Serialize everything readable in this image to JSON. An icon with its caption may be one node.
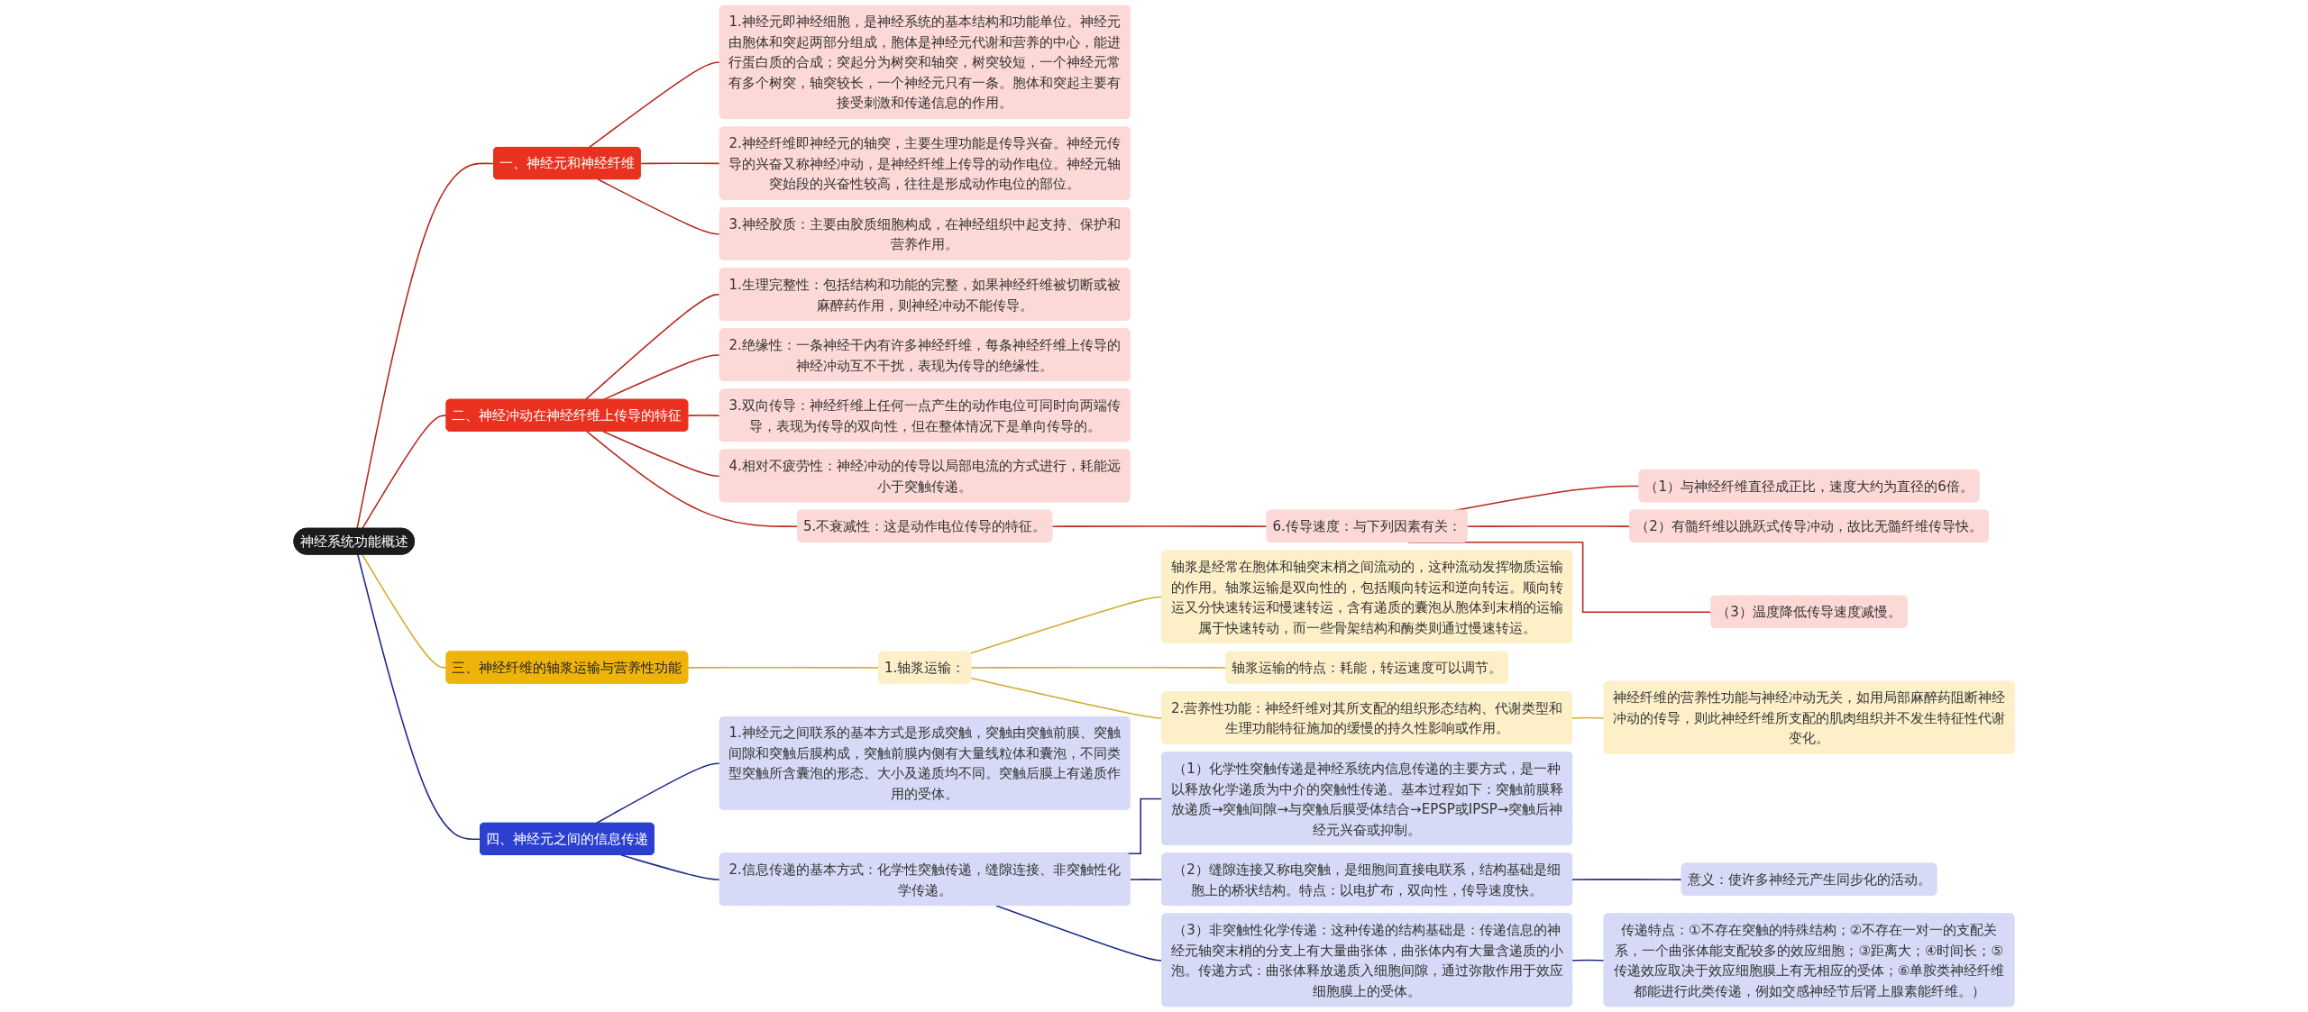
{
  "diagram": {
    "nodes": [
      {
        "text": [
          "神经系统功能概述"
        ]
      },
      {
        "text": [
          "一、神经元和神经纤维"
        ]
      },
      {
        "text": [
          "1.神经元即神经细胞，是神经系统的基本结构和功能单位。神经元由胞体和突起两部分组成，胞体是神经元代谢和营养的中心，能进行蛋白质的合成；突起分为树突和轴突，树突较短，一个神经元常有多个树突，轴突较长，一个神经元只有一条。胞体和突起主要有接受刺激和传递信息的作用。"
        ]
      },
      {
        "text": [
          "2.神经纤维即神经元的轴突，主要生理功能是传导兴奋。神经元传导的兴奋又称神经冲动，是神经纤维上传导的动作电位。神经元轴突始段的兴奋性较高，往往是形成动作电位的部位。"
        ]
      },
      {
        "text": [
          "3.神经胶质：主要由胶质细胞构成，在神经组织中起支持、保护和营养作用。"
        ]
      },
      {
        "text": [
          "二、神经冲动在神经纤维上传导的特征"
        ]
      },
      {
        "text": [
          "1.生理完整性：包括结构和功能的完整，如果神经纤维被切断或被麻醉药作用，则神经冲动不能传导。"
        ]
      },
      {
        "text": [
          "2.绝缘性：一条神经干内有许多神经纤维，每条神经纤维上传导的神经冲动互不干扰，表现为传导的绝缘性。"
        ]
      },
      {
        "text": [
          "3.双向传导：神经纤维上任何一点产生的动作电位可同时向两端传导，表现为传导的双向性，但在整体情况下是单向传导的。"
        ]
      },
      {
        "text": [
          "4.相对不疲劳性：神经冲动的传导以局部电流的方式进行，耗能远小于突触传递。"
        ]
      },
      {
        "text": [
          "5.不衰减性：这是动作电位传导的特征。"
        ]
      },
      {
        "text": [
          "6.传导速度：与下列因素有关："
        ]
      },
      {
        "text": [
          "（1）与神经纤维直径成正比，速度大约为直径的6倍。"
        ]
      },
      {
        "text": [
          "（2）有髓纤维以跳跃式传导冲动，故比无髓纤维传导快。"
        ]
      },
      {
        "text": [
          "（3）温度降低传导速度减慢。"
        ]
      },
      {
        "text": [
          "三、神经纤维的轴浆运输与营养性功能"
        ]
      },
      {
        "text": [
          "1.轴浆运输："
        ]
      },
      {
        "text": [
          "轴浆是经常在胞体和轴突末梢之间流动的，这种流动发挥物质运输的作用。轴浆运输是双向性的，包括顺向转运和逆向转运。顺向转运又分快速转运和慢速转运，含有递质的囊泡从胞体到末梢的运输属于快速转动，而一些骨架结构和酶类则通过慢速转运。"
        ]
      },
      {
        "text": [
          "轴浆运输的特点：耗能，转运速度可以调节。"
        ]
      },
      {
        "text": [
          "2.营养性功能：神经纤维对其所支配的组织形态结构、代谢类型和生理功能特征施加的缓慢的持久性影响或作用。"
        ]
      },
      {
        "text": [
          "神经纤维的营养性功能与神经冲动无关，如用局部麻醉药阻断神经冲动的传导，则此神经纤维所支配的肌肉组织并不发生特征性代谢变化。"
        ]
      },
      {
        "text": [
          "四、神经元之间的信息传递"
        ]
      },
      {
        "text": [
          "1.神经元之间联系的基本方式是形成突触，突触由突触前膜、突触间隙和突触后膜构成，突触前膜内侧有大量线粒体和囊泡，不同类型突触所含囊泡的形态、大小及递质均不同。突触后膜上有递质作用的受体。"
        ]
      },
      {
        "text": [
          "2.信息传递的基本方式：化学性突触传递，缝隙连接、非突触性化学传递。"
        ]
      },
      {
        "text": [
          "（1）化学性突触传递是神经系统内信息传递的主要方式，是一种以释放化学递质为中介的突触性传递。基本过程如下：突触前膜释放递质→突触间隙→与突触后膜受体结合→EPSP或IPSP→突触后神经元兴奋或抑制。"
        ]
      },
      {
        "text": [
          "（2）缝隙连接又称电突触，是细胞间直接电联系，结构基础是细胞上的桥状结构。特点：以电扩布，双向性，传导速度快。"
        ]
      },
      {
        "text": [
          "（3）非突触性化学传递：这种传递的结构基础是：传递信息的神经元轴突末梢的分支上有大量曲张体，曲张体内有大量含递质的小泡。传递方式：曲张体释放递质入细胞间隙，通过弥散作用于效应细胞膜上的受体。"
        ]
      },
      {
        "text": [
          "意义：使许多神经元产生同步化的活动。"
        ]
      },
      {
        "text": [
          "传递特点：①不存在突触的特殊结构；②不存在一对一的支配关系，一个曲张体能支配较多的效应细胞；③距离大；④时间长；⑤传递效应取决于效应细胞膜上有无相应的受体；⑥单胺类神经纤维都能进行此类传递，例如交感神经节后肾上腺素能纤维。）"
        ]
      }
    ],
    "edges": [
      {
        "from": 0,
        "to": 1,
        "arrow": "none"
      },
      {
        "from": 1,
        "to": 2,
        "arrow": "none"
      },
      {
        "from": 1,
        "to": 3,
        "arrow": "none"
      },
      {
        "from": 1,
        "to": 4,
        "arrow": "none"
      },
      {
        "from": 0,
        "to": 5,
        "arrow": "none"
      },
      {
        "from": 5,
        "to": 6,
        "arrow": "none"
      },
      {
        "from": 5,
        "to": 7,
        "arrow": "none"
      },
      {
        "from": 5,
        "to": 8,
        "arrow": "none"
      },
      {
        "from": 5,
        "to": 9,
        "arrow": "none"
      },
      {
        "from": 5,
        "to": 10,
        "arrow": "none"
      },
      {
        "from": 10,
        "to": 11,
        "arrow": "none"
      },
      {
        "from": 11,
        "to": 12,
        "arrow": "none"
      },
      {
        "from": 11,
        "to": 13,
        "arrow": "none"
      },
      {
        "from": 11,
        "to": 14,
        "arrow": "none"
      },
      {
        "from": 0,
        "to": 15,
        "arrow": "none",
        "color": "#d4aa2c"
      },
      {
        "from": 15,
        "to": 16,
        "arrow": "none",
        "color": "#d4aa2c"
      },
      {
        "from": 16,
        "to": 17,
        "arrow": "none",
        "color": "#d4aa2c"
      },
      {
        "from": 16,
        "to": 18,
        "arrow": "none",
        "color": "#d4aa2c"
      },
      {
        "from": 16,
        "to": 19,
        "arrow": "none",
        "color": "#d4aa2c"
      },
      {
        "from": 19,
        "to": 20,
        "arrow": "none",
        "color": "#d4aa2c"
      },
      {
        "from": 0,
        "to": 21,
        "arrow": "none",
        "color": "#1f2a8a"
      },
      {
        "from": 21,
        "to": 22,
        "arrow": "none",
        "color": "#1f2a8a"
      },
      {
        "from": 21,
        "to": 23,
        "arrow": "none",
        "color": "#1f2a8a"
      },
      {
        "from": 23,
        "to": 24,
        "arrow": "none",
        "color": "#1f2a8a"
      },
      {
        "from": 23,
        "to": 25,
        "arrow": "none",
        "color": "#1f2a8a"
      },
      {
        "from": 23,
        "to": 26,
        "arrow": "none",
        "color": "#1f2a8a"
      },
      {
        "from": 25,
        "to": 27,
        "arrow": "none",
        "color": "#1f2a8a"
      },
      {
        "from": 26,
        "to": 28,
        "arrow": "none",
        "color": "#1f2a8a"
      }
    ]
  }
}
